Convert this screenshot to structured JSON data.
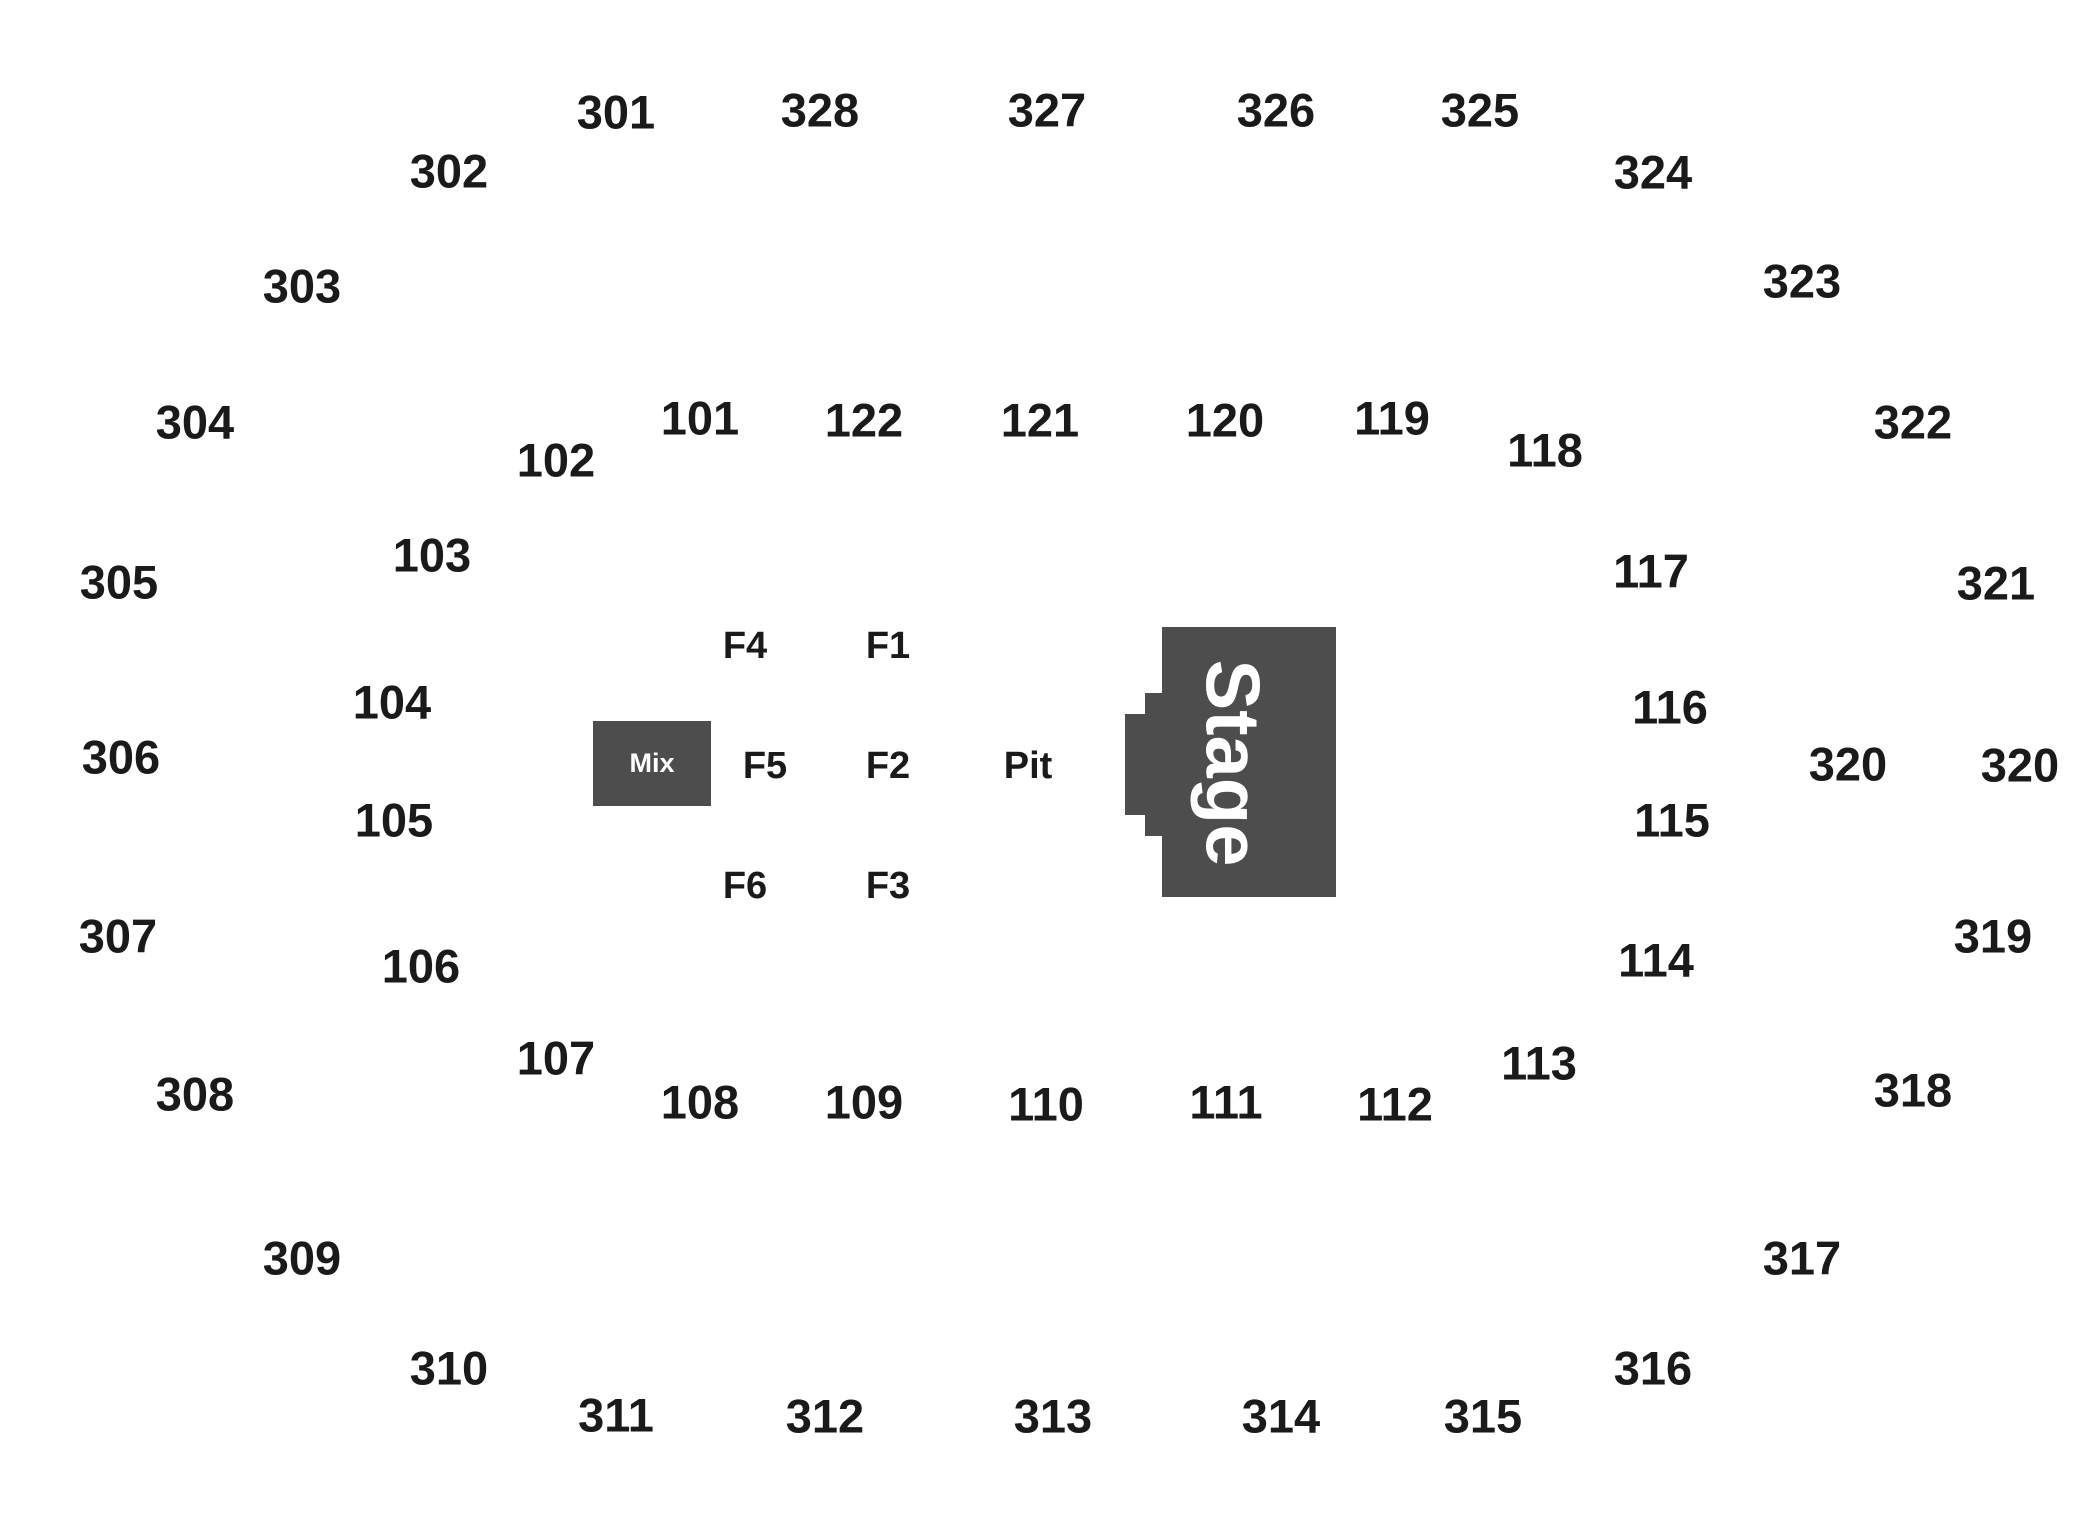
{
  "map": {
    "stage_label": "Stage",
    "mix_label": "Mix",
    "colors": {
      "block": "#4d4d4d",
      "text": "#1a1a1a",
      "block_text": "#ffffff",
      "background": "#ffffff"
    },
    "upper_sections": [
      "301",
      "302",
      "303",
      "304",
      "305",
      "306",
      "307",
      "308",
      "309",
      "310",
      "311",
      "312",
      "313",
      "314",
      "315",
      "316",
      "317",
      "318",
      "319",
      "320",
      "320",
      "321",
      "322",
      "323",
      "324",
      "325",
      "326",
      "327",
      "328"
    ],
    "lower_sections": [
      "101",
      "102",
      "103",
      "104",
      "105",
      "106",
      "107",
      "108",
      "109",
      "110",
      "111",
      "112",
      "113",
      "114",
      "115",
      "116",
      "117",
      "118",
      "119",
      "120",
      "121",
      "122"
    ],
    "floor_sections": [
      "F1",
      "F2",
      "F3",
      "F4",
      "F5",
      "F6",
      "Pit"
    ]
  }
}
